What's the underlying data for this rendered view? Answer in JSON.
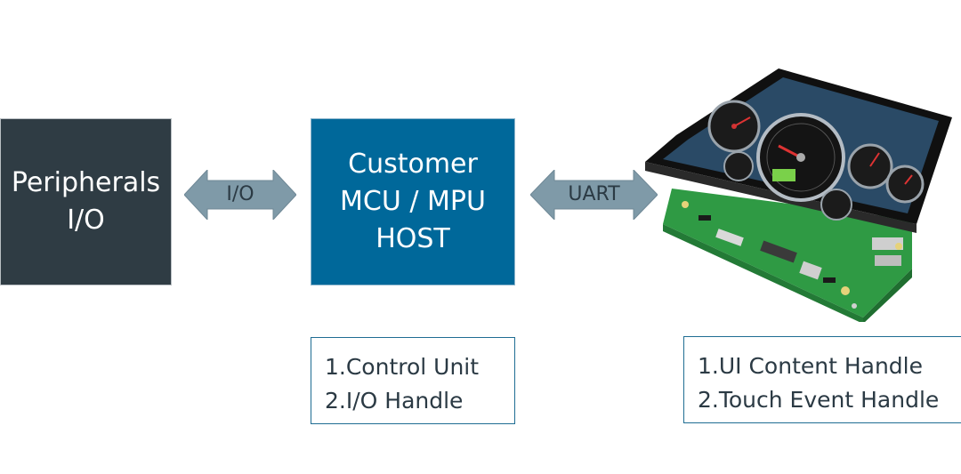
{
  "peripherals": {
    "line1": "Peripherals",
    "line2": "I/O"
  },
  "io_arrow": {
    "label": "I/O"
  },
  "host": {
    "line1": "Customer",
    "line2": "MCU / MPU",
    "line3": "HOST"
  },
  "uart_arrow": {
    "label": "UART"
  },
  "host_note": {
    "line1": "1.Control Unit",
    "line2": "2.I/O Handle"
  },
  "display_note": {
    "line1": "1.UI Content Handle",
    "line2": "2.Touch Event Handle"
  },
  "colors": {
    "peripherals_fill": "#2f3c44",
    "host_fill": "#00689a",
    "arrow_fill": "#7f9aa8",
    "note_border": "#1f6d93",
    "pcb_green": "#2f9a44"
  }
}
